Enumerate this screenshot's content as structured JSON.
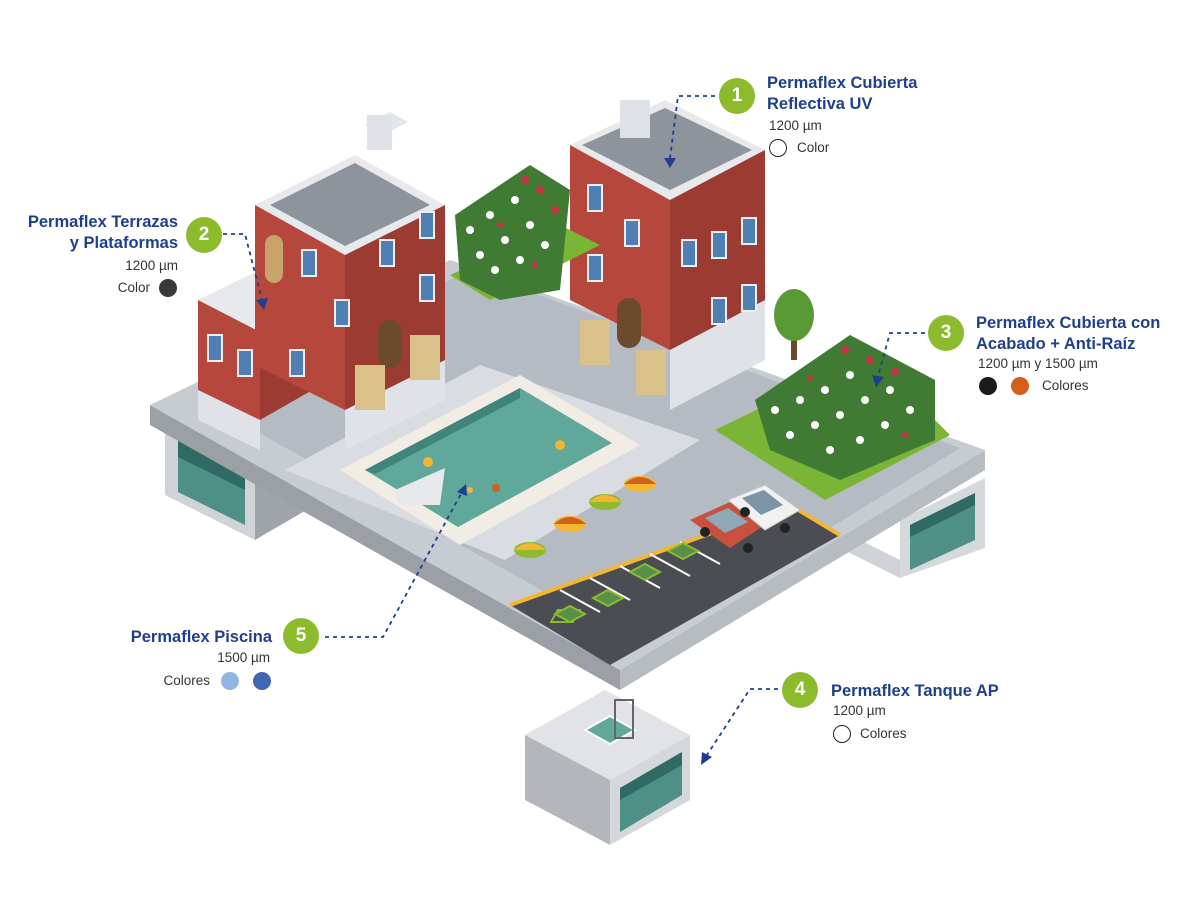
{
  "callouts": [
    {
      "number": "1",
      "title_line1": "Permaflex Cubierta",
      "title_line2": "Reflectiva UV",
      "thickness": "1200 µm",
      "color_label": "Color",
      "colors": [
        "#ffffff"
      ]
    },
    {
      "number": "2",
      "title_line1": "Permaflex Terrazas",
      "title_line2": "y Plataformas",
      "thickness": "1200 µm",
      "color_label": "Color",
      "colors": [
        "#3a3a3a"
      ]
    },
    {
      "number": "3",
      "title_line1": "Permaflex Cubierta con",
      "title_line2": "Acabado + Anti-Raíz",
      "thickness": "1200 µm y 1500 µm",
      "color_label": "Colores",
      "colors": [
        "#1a1a1a",
        "#d2601a"
      ]
    },
    {
      "number": "4",
      "title_line1": "Permaflex Tanque AP",
      "title_line2": "",
      "thickness": "1200 µm",
      "color_label": "Colores",
      "colors": [
        "#ffffff"
      ]
    },
    {
      "number": "5",
      "title_line1": "Permaflex Piscina",
      "title_line2": "",
      "thickness": "1500 µm",
      "color_label": "Colores",
      "colors": [
        "#8fb6e3",
        "#3f67b1"
      ]
    }
  ],
  "colors": {
    "accent_green": "#8cbb2e",
    "title_blue": "#1f3f8e",
    "leader_blue": "#1f3f8e"
  }
}
